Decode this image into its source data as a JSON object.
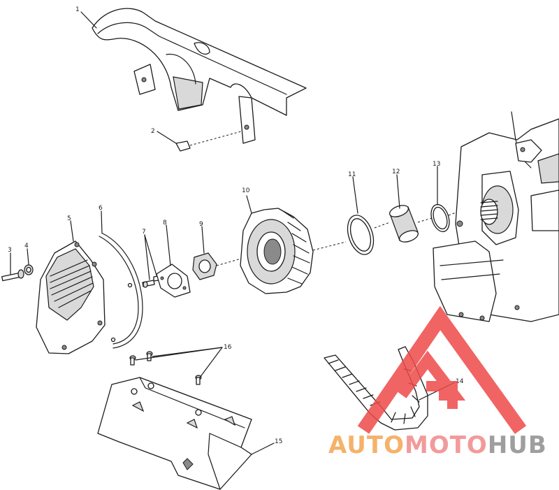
{
  "callouts": [
    {
      "id": "1",
      "label": "1"
    },
    {
      "id": "2",
      "label": "2"
    },
    {
      "id": "3",
      "label": "3"
    },
    {
      "id": "4",
      "label": "4"
    },
    {
      "id": "5",
      "label": "5"
    },
    {
      "id": "6",
      "label": "6"
    },
    {
      "id": "7",
      "label": "7"
    },
    {
      "id": "8",
      "label": "8"
    },
    {
      "id": "9",
      "label": "9"
    },
    {
      "id": "10",
      "label": "10"
    },
    {
      "id": "11",
      "label": "11"
    },
    {
      "id": "12",
      "label": "12"
    },
    {
      "id": "13",
      "label": "13"
    },
    {
      "id": "14",
      "label": "14"
    },
    {
      "id": "15",
      "label": "15"
    },
    {
      "id": "16",
      "label": "16"
    }
  ],
  "watermark": {
    "part_auto": "AUTO",
    "part_moto": "MOTO",
    "part_hub": "HUB",
    "color_auto": "#f5b26b",
    "color_moto": "#f29a9a",
    "color_hub": "#9e9e9e",
    "logo_color": "#ef4a4a"
  }
}
